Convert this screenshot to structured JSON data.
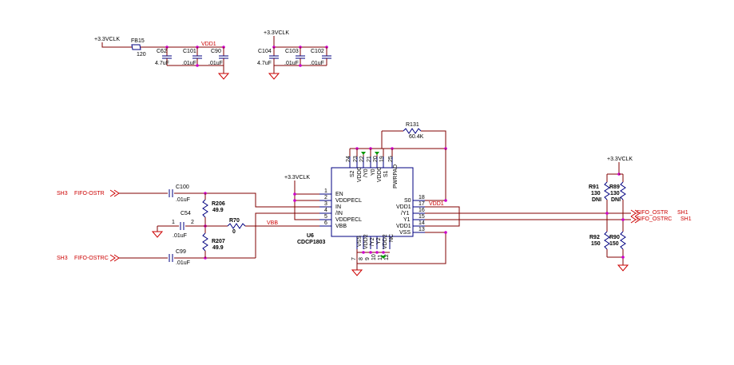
{
  "power": {
    "vclk1": "+3.3VCLK",
    "vclk2": "+3.3VCLK",
    "vclk3": "+3.3VCLK",
    "vclk4": "+3.3VCLK",
    "vdd1_top": "VDD1",
    "vdd1_right": "VDD1",
    "vbb": "VBB"
  },
  "components": {
    "fb15": {
      "ref": "FB15",
      "val": "120"
    },
    "c62": {
      "ref": "C62",
      "val": "4.7uF"
    },
    "c101": {
      "ref": "C101",
      "val": ".01uF"
    },
    "c90": {
      "ref": "C90",
      "val": ".01uF"
    },
    "c104": {
      "ref": "C104",
      "val": "4.7uF"
    },
    "c103": {
      "ref": "C103",
      "val": ".01uF"
    },
    "c102": {
      "ref": "C102",
      "val": ".01uF"
    },
    "r131": {
      "ref": "R131",
      "val": "60.4K"
    },
    "c100": {
      "ref": "C100",
      "val": ".01uF"
    },
    "c54": {
      "ref": "C54",
      "val": ".01uF"
    },
    "c99": {
      "ref": "C99",
      "val": ".01uF"
    },
    "r206": {
      "ref": "R206",
      "val": "49.9"
    },
    "r207": {
      "ref": "R207",
      "val": "49.9"
    },
    "r70": {
      "ref": "R70",
      "val": "0"
    },
    "r91": {
      "ref": "R91",
      "val": "130",
      "note": "DNI"
    },
    "r89": {
      "ref": "R89",
      "val": "130",
      "note": "DNI"
    },
    "r92": {
      "ref": "R92",
      "val": "150"
    },
    "r90": {
      "ref": "R90",
      "val": "150"
    },
    "u6": {
      "ref": "U6",
      "val": "CDCP1803"
    }
  },
  "ic": {
    "left_pins": [
      {
        "num": "1",
        "name": "EN"
      },
      {
        "num": "2",
        "name": "VDDPECL"
      },
      {
        "num": "3",
        "name": "IN"
      },
      {
        "num": "4",
        "name": "/IN"
      },
      {
        "num": "5",
        "name": "VDDPECL"
      },
      {
        "num": "6",
        "name": "VBB"
      }
    ],
    "right_pins": [
      {
        "num": "18",
        "name": "S0"
      },
      {
        "num": "17",
        "name": "VDD1"
      },
      {
        "num": "16",
        "name": "/Y1"
      },
      {
        "num": "15",
        "name": "Y1"
      },
      {
        "num": "14",
        "name": "VDD1"
      },
      {
        "num": "13",
        "name": "VSS"
      }
    ],
    "top_pins": [
      {
        "num": "24",
        "name": "S2"
      },
      {
        "num": "23",
        "name": "VDD0"
      },
      {
        "num": "22",
        "name": "/Y0"
      },
      {
        "num": "21",
        "name": "Y0"
      },
      {
        "num": "20",
        "name": "VDD0"
      },
      {
        "num": "19",
        "name": "S1"
      }
    ],
    "top_extra": "PWRPAD",
    "top_extra_num": "25",
    "bottom_pins": [
      {
        "num": "7",
        "name": "VSS"
      },
      {
        "num": "8",
        "name": "VDD2"
      },
      {
        "num": "9",
        "name": "/Y2"
      },
      {
        "num": "10",
        "name": "Y2"
      },
      {
        "num": "11",
        "name": "VDD2"
      },
      {
        "num": "12",
        "name": "NC"
      }
    ]
  },
  "ports": {
    "in_p": {
      "sheet": "SH3",
      "name": "FIFO-OSTR"
    },
    "in_n": {
      "sheet": "SH3",
      "name": "FIFO-OSTRC"
    },
    "out_p": {
      "name": "FIFO_OSTR",
      "sheet": "SH1"
    },
    "out_n": {
      "name": "FIFO_OSTRC",
      "sheet": "SH1"
    }
  },
  "c54_pins": {
    "p1": "1",
    "p2": "2"
  }
}
